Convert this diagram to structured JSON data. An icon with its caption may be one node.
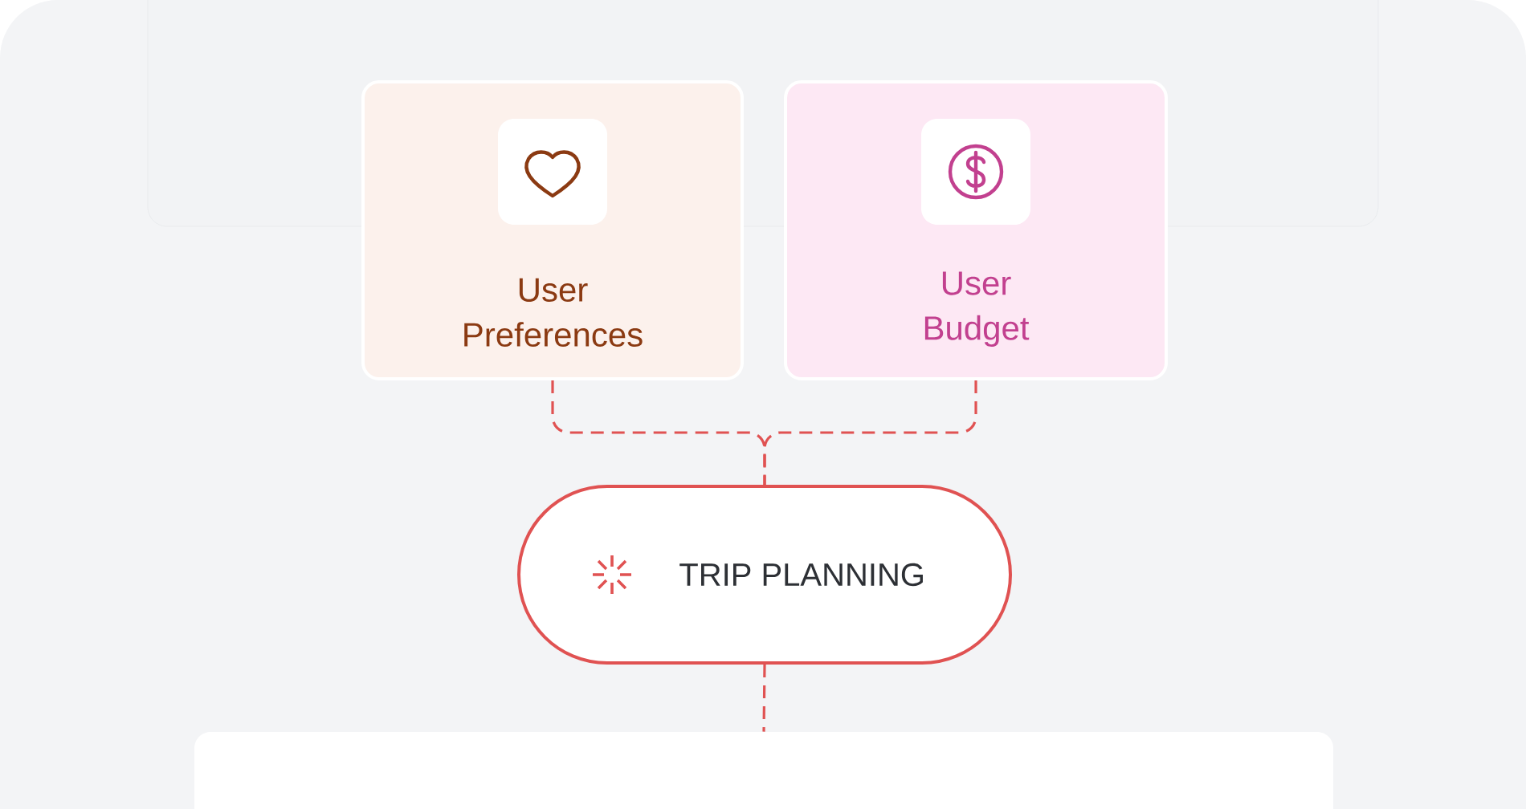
{
  "diagram": {
    "nodes": [
      {
        "text": [
          "User Preferences"
        ]
      },
      {
        "text": [
          "User Budget"
        ]
      },
      {
        "text": [
          "TRIP PLANNING"
        ]
      },
      {
        "text": [],
        "shape": "box"
      }
    ],
    "edges": [
      {
        "from": 0,
        "to": 2,
        "arrow": "none",
        "style": "dashed"
      },
      {
        "from": 1,
        "to": 2,
        "arrow": "none",
        "style": "dashed"
      },
      {
        "from": 2,
        "to": 3,
        "arrow": "none",
        "style": "dashed"
      }
    ]
  }
}
